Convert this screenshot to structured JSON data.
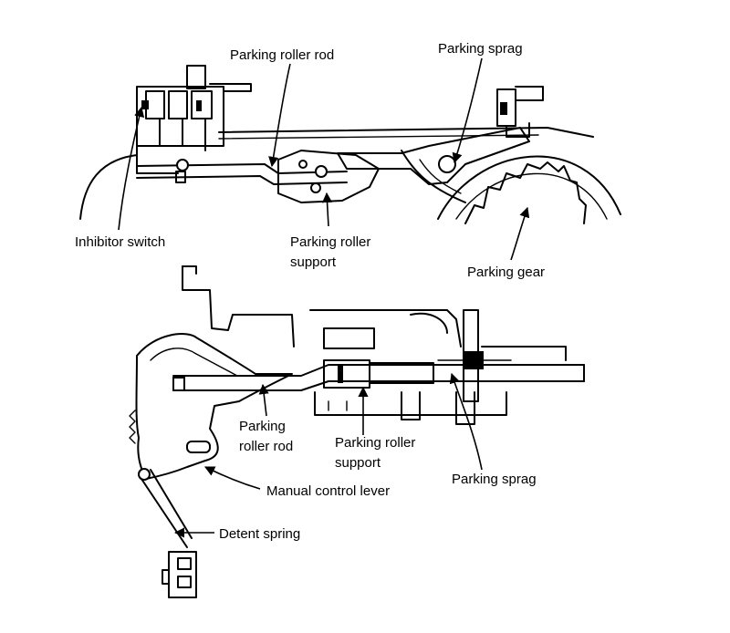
{
  "labels": {
    "parking_roller_rod_top": "Parking roller rod",
    "parking_sprag_top": "Parking sprag",
    "inhibitor_switch": "Inhibitor switch",
    "parking_roller_support_top_1": "Parking roller",
    "parking_roller_support_top_2": "support",
    "parking_gear": "Parking gear",
    "parking_roller_rod_bottom_1": "Parking",
    "parking_roller_rod_bottom_2": "roller rod",
    "parking_roller_support_bottom_1": "Parking roller",
    "parking_roller_support_bottom_2": "support",
    "parking_sprag_bottom": "Parking sprag",
    "manual_control_lever": "Manual control lever",
    "detent_spring": "Detent spring"
  }
}
